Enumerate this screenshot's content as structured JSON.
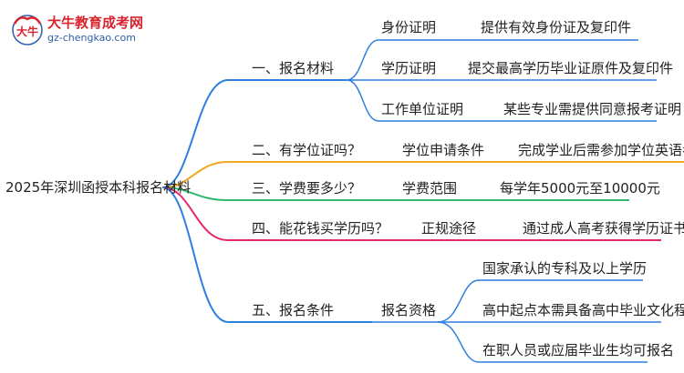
{
  "logo": {
    "title": "大牛教育成考网",
    "url": "gz-chengkao.com",
    "mark_text": "大牛",
    "colors": {
      "red": "#d9232d",
      "blue": "#2e5fa8"
    }
  },
  "root": "2025年深圳函授本科报名材料",
  "colors": {
    "line1": "#2f7fe0",
    "line2": "#f0a81e",
    "line3": "#2eb86b",
    "line4": "#e5276f",
    "line5": "#2f7fe0",
    "branch": "#2f7fe0"
  },
  "branches": [
    {
      "label": "一、报名材料",
      "children": [
        {
          "label": "身份证明",
          "leaf": "提供有效身份证及复印件"
        },
        {
          "label": "学历证明",
          "leaf": "提交最高学历毕业证原件及复印件"
        },
        {
          "label": "工作单位证明",
          "leaf": "某些专业需提供同意报考证明"
        }
      ]
    },
    {
      "label": "二、有学位证吗？",
      "children": [
        {
          "label": "学位申请条件",
          "leaf": "完成学业后需参加学位英语考试"
        }
      ]
    },
    {
      "label": "三、学费要多少？",
      "children": [
        {
          "label": "学费范围",
          "leaf": "每学年5000元至10000元"
        }
      ]
    },
    {
      "label": "四、能花钱买学历吗？",
      "children": [
        {
          "label": "正规途径",
          "leaf": "通过成人高考获得学历证书"
        }
      ]
    },
    {
      "label": "五、报名条件",
      "children": [
        {
          "label": "报名资格",
          "leaves": [
            "国家承认的专科及以上学历",
            "高中起点本需具备高中毕业文化程度",
            "在职人员或应届毕业生均可报名"
          ]
        }
      ]
    }
  ]
}
